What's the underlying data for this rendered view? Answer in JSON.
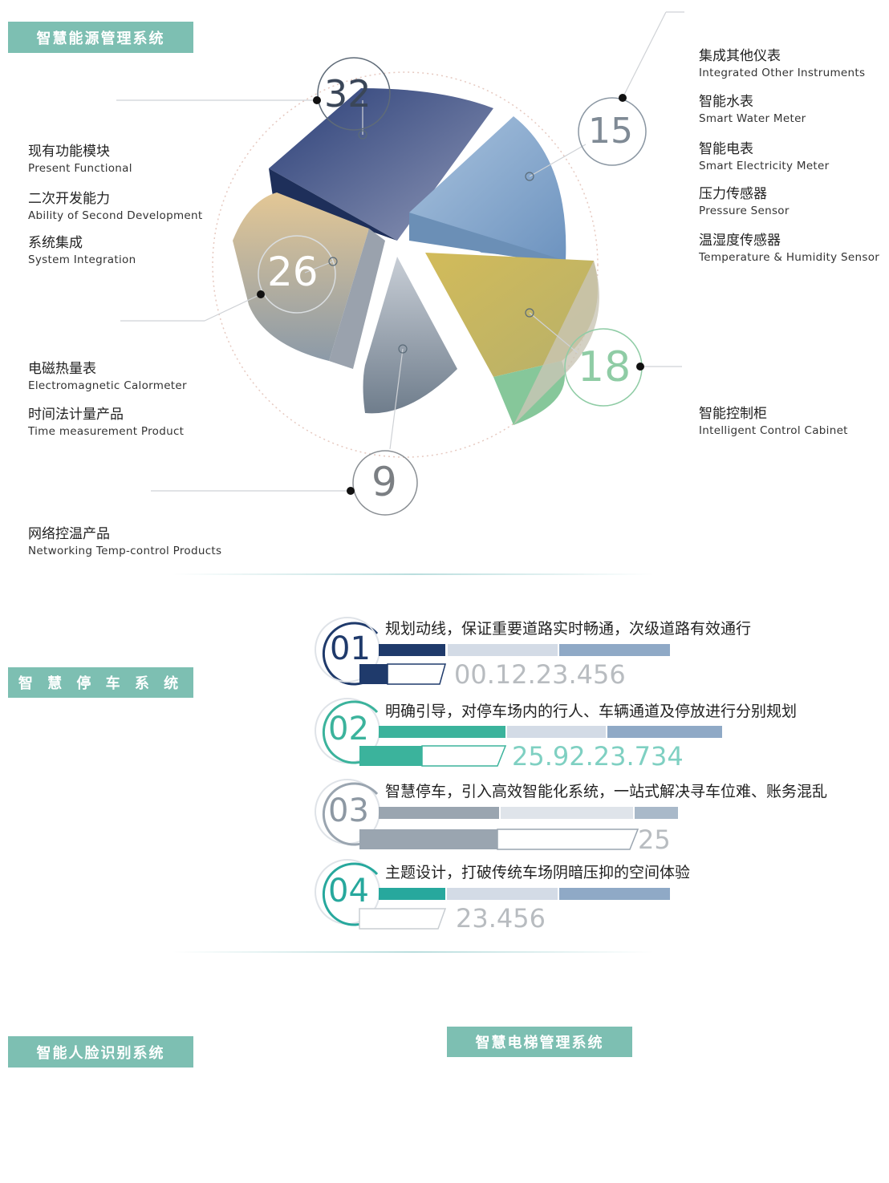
{
  "energy": {
    "tag": "智慧能源管理系统",
    "left_labels": [
      {
        "zh": "现有功能模块",
        "en": "Present Functional"
      },
      {
        "zh": "二次开发能力",
        "en": "Ability of Second Development"
      },
      {
        "zh": "系统集成",
        "en": "System Integration"
      },
      {
        "zh": "电磁热量表",
        "en": "Electromagnetic Calormeter"
      },
      {
        "zh": "时间法计量产品",
        "en": "Time measurement Product"
      },
      {
        "zh": "网络控温产品",
        "en": "Networking Temp-control Products"
      }
    ],
    "right_labels": [
      {
        "zh": "集成其他仪表",
        "en": "Integrated Other Instruments"
      },
      {
        "zh": "智能水表",
        "en": "Smart Water Meter"
      },
      {
        "zh": "智能电表",
        "en": "Smart Electricity Meter"
      },
      {
        "zh": "压力传感器",
        "en": "Pressure Sensor"
      },
      {
        "zh": "温湿度传感器",
        "en": "Temperature & Humidity Sensor"
      },
      {
        "zh": "智能控制柜",
        "en": "Intelligent Control Cabinet"
      }
    ],
    "pie_numbers": [
      "32",
      "15",
      "26",
      "18",
      "9"
    ],
    "colors": {
      "navy": "#243a6b",
      "lightblue": "#7fa8cc",
      "tan": "#d8b98a",
      "olive": "#c8b45e",
      "green": "#86c79a",
      "silver": "#a9b1bd"
    }
  },
  "parking": {
    "tag": "智 慧 停 车 系 统",
    "rows": [
      {
        "num": "01",
        "title": "规划动线，保证重要道路实时畅通，次级道路有效通行",
        "value": "00.12.23.456",
        "color": "#1f3a6b"
      },
      {
        "num": "02",
        "title": "明确引导，对停车场内的行人、车辆通道及停放进行分别规划",
        "value": "25.92.23.734",
        "color": "#3bb39c"
      },
      {
        "num": "03",
        "title": "智慧停车，引入高效智能化系统，一站式解决寻车位难、账务混乱",
        "value": "25",
        "color": "#9aa5b0"
      },
      {
        "num": "04",
        "title": "主题设计，打破传统车场阴暗压抑的空间体验",
        "value": "23.456",
        "color": "#27a89d"
      }
    ]
  },
  "face": {
    "tag": "智能人脸识别系统"
  },
  "elevator": {
    "tag": "智慧电梯管理系统"
  }
}
